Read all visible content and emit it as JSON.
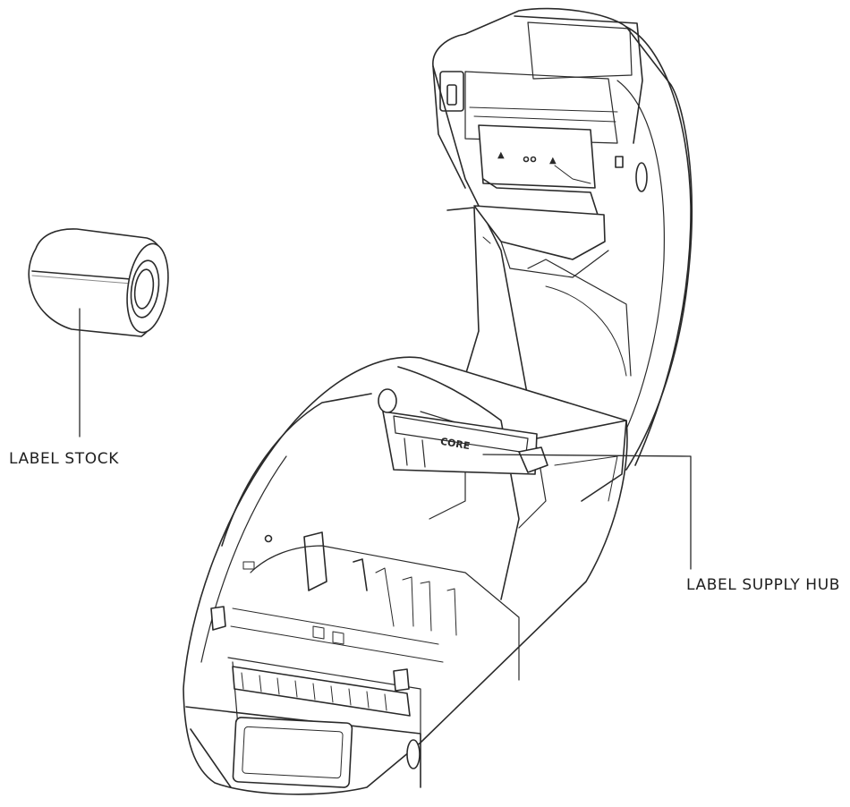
{
  "diagram": {
    "subject": "label printer with open cover",
    "callouts": {
      "label_stock": "LABEL STOCK",
      "label_supply_hub": "LABEL SUPPLY HUB"
    },
    "core_text": "CORE"
  },
  "colors": {
    "stroke": "#2a2a2a",
    "fill": "#ffffff",
    "light_line": "#8a8a8a"
  }
}
